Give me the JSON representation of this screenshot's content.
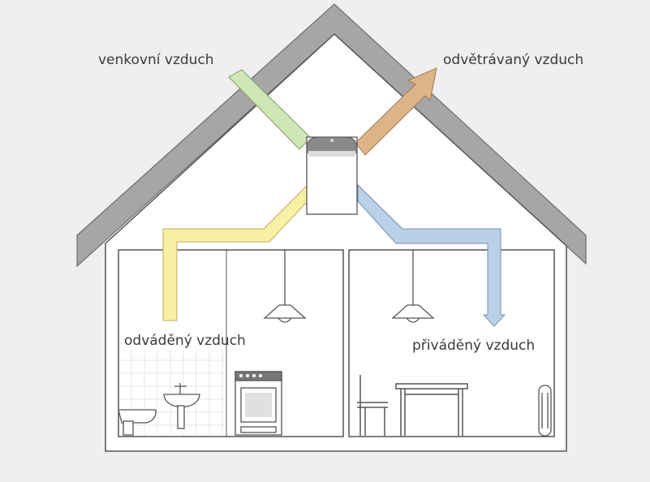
{
  "labels": {
    "outdoor_air": "venkovní vzduch",
    "exhaust_air": "odvětrávaný vzduch",
    "extract_air": "odváděný vzduch",
    "supply_air": "přiváděný vzduch"
  },
  "colors": {
    "background": "#efefef",
    "wall_gray": "#a6a6a6",
    "outline": "#555555",
    "outdoor_air": "#cfe6b6",
    "exhaust_air": "#dcb488",
    "extract_air": "#f8f0a3",
    "supply_air": "#b9d0e6"
  },
  "icons": [
    "ventilation-unit",
    "ceiling-lamp",
    "washbasin",
    "toilet",
    "stove",
    "chair",
    "table",
    "radiator"
  ]
}
